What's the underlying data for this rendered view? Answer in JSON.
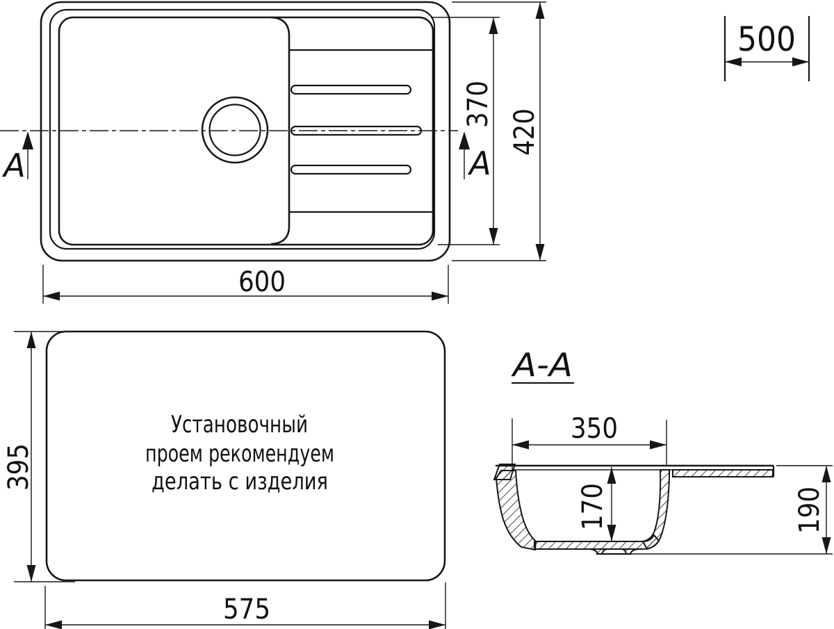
{
  "drawing": {
    "type": "sink-installation-drawing",
    "colors": {
      "line": "#161616",
      "background": "#ffffff"
    }
  },
  "top_view": {
    "dim_width": "600",
    "dim_height_outer": "420",
    "dim_height_inner": "370",
    "dim_cabinet_width": "500",
    "section_label_left": "A",
    "section_label_right": "A"
  },
  "bottom_view": {
    "dim_height": "395",
    "dim_width": "575",
    "note_line1": "Установочный",
    "note_line2": "проем рекомендуем",
    "note_line3": "делать с изделия"
  },
  "section_view": {
    "title": "A-A",
    "dim_bowl_width": "350",
    "dim_bowl_depth": "170",
    "dim_total_depth": "190"
  }
}
